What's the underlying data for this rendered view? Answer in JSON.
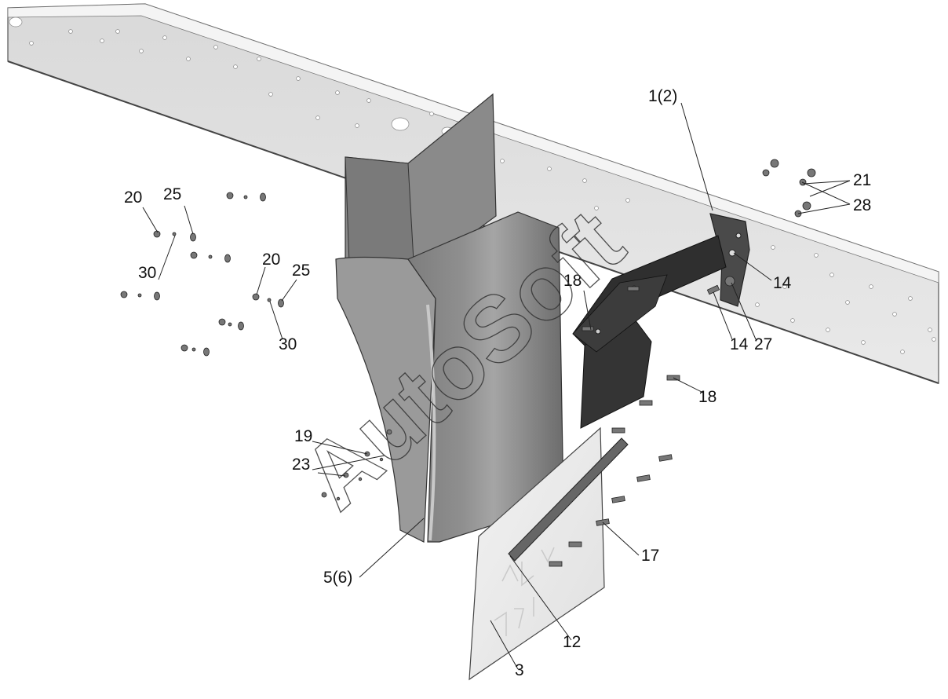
{
  "watermark": "AutoSoft",
  "labels": {
    "l_1_2": "1(2)",
    "l_21": "21",
    "l_28": "28",
    "l_14a": "14",
    "l_14b": "14",
    "l_27": "27",
    "l_18a": "18",
    "l_18b": "18",
    "l_20a": "20",
    "l_25a": "25",
    "l_30a": "30",
    "l_20b": "20",
    "l_25b": "25",
    "l_30b": "30",
    "l_19": "19",
    "l_23": "23",
    "l_5_6": "5(6)",
    "l_17": "17",
    "l_12": "12",
    "l_3": "3"
  }
}
